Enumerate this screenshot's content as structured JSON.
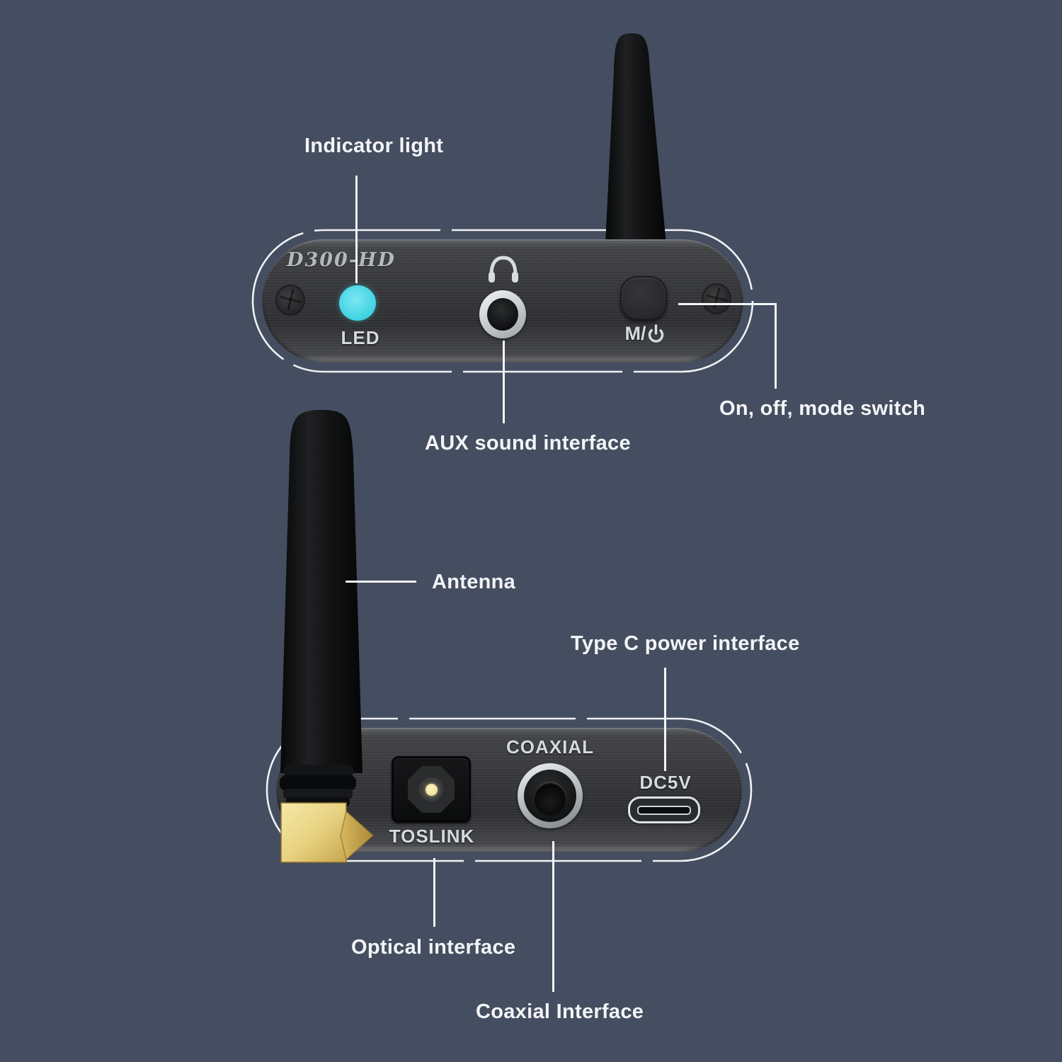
{
  "colors": {
    "background": "#454d60",
    "led_indicator": "#45d7e7",
    "gold_connector": "#e6cf7d",
    "callout_text": "#f2f4f6",
    "device_text": "#d6d9dc",
    "callout_line": "#f3f5f7"
  },
  "icons": {
    "headphone": "headphone-icon",
    "power": "power-icon",
    "screw": "screw-icon",
    "led": "led-indicator-dot"
  },
  "front_panel": {
    "model_logo": "D300-HD",
    "led_label": "LED",
    "mode_button_label": "M/"
  },
  "rear_panel": {
    "toslink_label": "TOSLINK",
    "coaxial_label": "COAXIAL",
    "power_port_label": "DC5V"
  },
  "callouts": {
    "indicator_light": "Indicator light",
    "aux": "AUX sound interface",
    "mode_switch": "On, off, mode switch",
    "antenna": "Antenna",
    "type_c": "Type C power interface",
    "optical": "Optical interface",
    "coaxial": "Coaxial Interface"
  }
}
